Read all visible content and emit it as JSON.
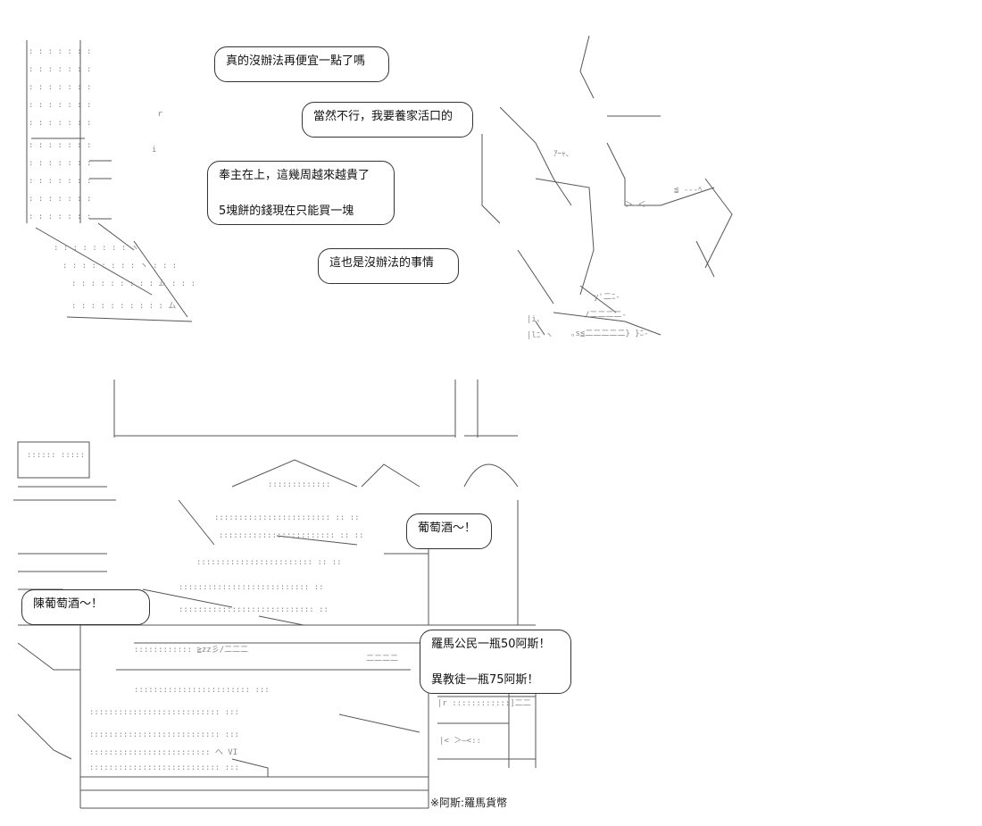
{
  "panel1": {
    "bubbles": [
      {
        "id": "b1",
        "lines": [
          "真的沒辦法再便宜一點了嗎"
        ]
      },
      {
        "id": "b2",
        "lines": [
          "當然不行，我要養家活口的"
        ]
      },
      {
        "id": "b3",
        "lines": [
          "奉主在上，這幾周越來越貴了",
          "",
          "5塊餅的錢現在只能買一塊"
        ]
      },
      {
        "id": "b4",
        "lines": [
          "這也是沒辦法的事情"
        ]
      }
    ]
  },
  "panel2": {
    "bubbles": [
      {
        "id": "b5",
        "lines": [
          "葡萄酒～！"
        ]
      },
      {
        "id": "b6",
        "lines": [
          "陳葡萄酒～！"
        ]
      },
      {
        "id": "b7",
        "lines": [
          "羅馬公民一瓶50阿斯！",
          "",
          "異教徒一瓶75阿斯！"
        ]
      }
    ],
    "footnote": "※阿斯:羅馬貨幣"
  }
}
